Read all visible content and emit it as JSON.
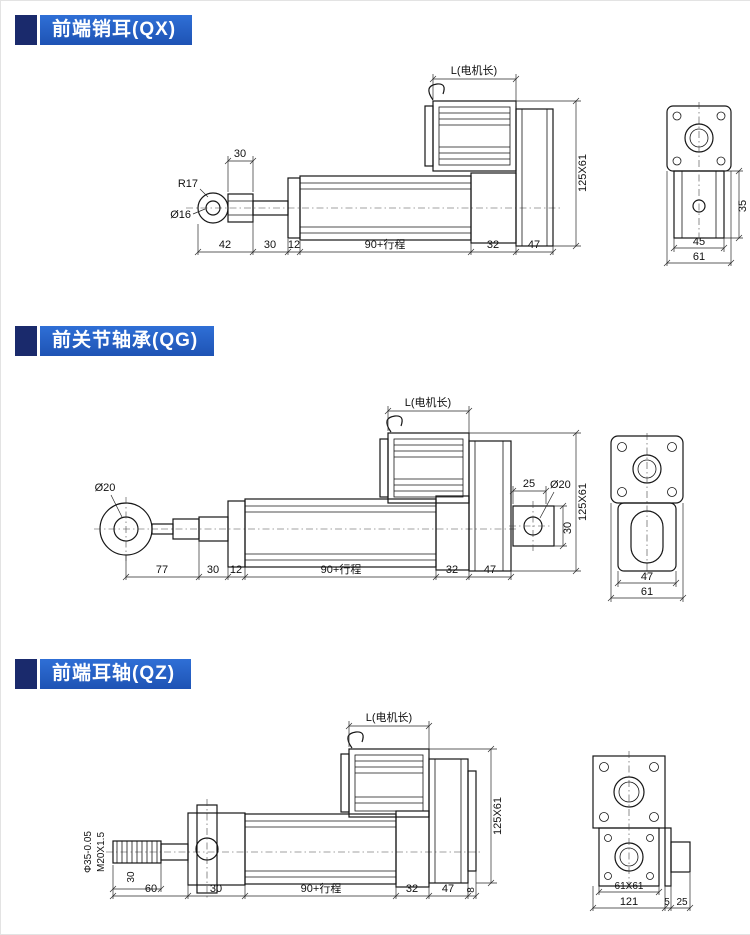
{
  "page": {
    "background": "#ffffff",
    "header_dark": "#1a2a6c",
    "header_blue": "#2a63c8",
    "line_color": "#1a1a1a"
  },
  "sections": [
    {
      "id": "qx",
      "title": "前端销耳(QX)",
      "side_view": {
        "motor_length": "L(电机长)",
        "body_section": "125X61",
        "ear_width": "30",
        "ear_radius": "R17",
        "ear_bore": "Ø16",
        "dims": [
          "42",
          "30",
          "12",
          "90+行程",
          "32",
          "47"
        ]
      },
      "end_view": {
        "dim_35": "35",
        "dim_45": "45",
        "dim_61": "61"
      }
    },
    {
      "id": "qg",
      "title": "前关节轴承(QG)",
      "side_view": {
        "motor_length": "L(电机长)",
        "body_section": "125X61",
        "bearing_bore": "Ø20",
        "pin_offset": "25",
        "pin_bore": "Ø20",
        "pin_height": "30",
        "dims": [
          "77",
          "30",
          "12",
          "90+行程",
          "32",
          "47"
        ]
      },
      "end_view": {
        "dim_47": "47",
        "dim_61": "61"
      }
    },
    {
      "id": "qz",
      "title": "前端耳轴(QZ)",
      "side_view": {
        "motor_length": "L(电机长)",
        "body_section": "125X61",
        "rod_diameter": "Φ35-0.05",
        "thread": "M20X1.5",
        "thread_length": "30",
        "dims": [
          "60",
          "30",
          "90+行程",
          "32",
          "47",
          "8"
        ]
      },
      "end_view": {
        "dim_61x61": "61X61",
        "dim_121": "121",
        "dim_5": "5",
        "dim_25": "25"
      }
    }
  ]
}
